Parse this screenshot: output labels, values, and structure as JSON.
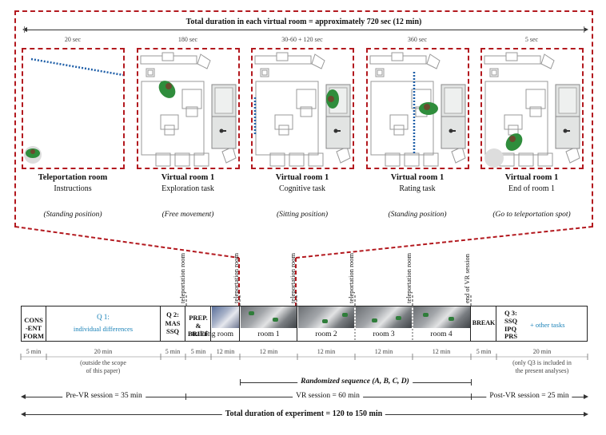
{
  "header": {
    "total_room_duration": "Total duration in each virtual room = approximately 720 sec (12 min)"
  },
  "panels": [
    {
      "duration": "20 sec",
      "title": "Teleportation room",
      "task": "Instructions",
      "position": "(Standing position)"
    },
    {
      "duration": "180 sec",
      "title": "Virtual room 1",
      "task": "Exploration task",
      "position": "(Free movement)"
    },
    {
      "duration": "30-60 + 120 sec",
      "title": "Virtual room 1",
      "task": "Cognitive task",
      "position": "(Sitting position)"
    },
    {
      "duration": "360 sec",
      "title": "Virtual room 1",
      "task": "Rating task",
      "position": "(Standing position)"
    },
    {
      "duration": "5 sec",
      "title": "Virtual room 1",
      "task": "End of room 1",
      "position": "(Go to teleportation spot)"
    }
  ],
  "vertical_labels": [
    "teleportation room",
    "teleportation room",
    "teleportation room",
    "teleportation room",
    "teleportation room",
    "end of VR session"
  ],
  "timeline": {
    "consent": [
      "CONS",
      "-ENT",
      "FORM"
    ],
    "q1_title": "Q 1:",
    "q1_sub": "individual differences",
    "q2_title": "Q 2:",
    "q2_items": [
      "MAS",
      "SSQ"
    ],
    "prep": [
      "PREP.",
      "&",
      "BRIEF"
    ],
    "training": "training room",
    "rooms": [
      "room 1",
      "room 2",
      "room 3",
      "room 4"
    ],
    "break": "BREAK",
    "q3_title": "Q 3:",
    "q3_items": [
      "SSQ",
      "IPQ",
      "PRS"
    ],
    "q3_other": "+   other tasks"
  },
  "durations": {
    "consent": "5 min",
    "q1": "20 min",
    "q1_note": [
      "(outside the scope",
      "of this paper)"
    ],
    "q2": "5 min",
    "prep": "5 min",
    "training": "12 min",
    "room1": "12 min",
    "room2": "12 min",
    "room3": "12 min",
    "room4": "12 min",
    "break": "5 min",
    "q3": "20 min",
    "q3_note": [
      "(only Q3 is included in",
      "the present analyses)"
    ]
  },
  "sessions": {
    "randomized": "Randomized sequence (A, B, C, D)",
    "pre_vr": "Pre-VR session = 35 min",
    "vr": "VR session = 60 min",
    "post_vr": "Post-VR session = 25 min",
    "total": "Total duration of experiment = 120 to 150 min"
  },
  "colors": {
    "dashed_red": "#b3191f",
    "q_blue": "#1a82b8",
    "avatar_green": "#2f8d3c"
  }
}
